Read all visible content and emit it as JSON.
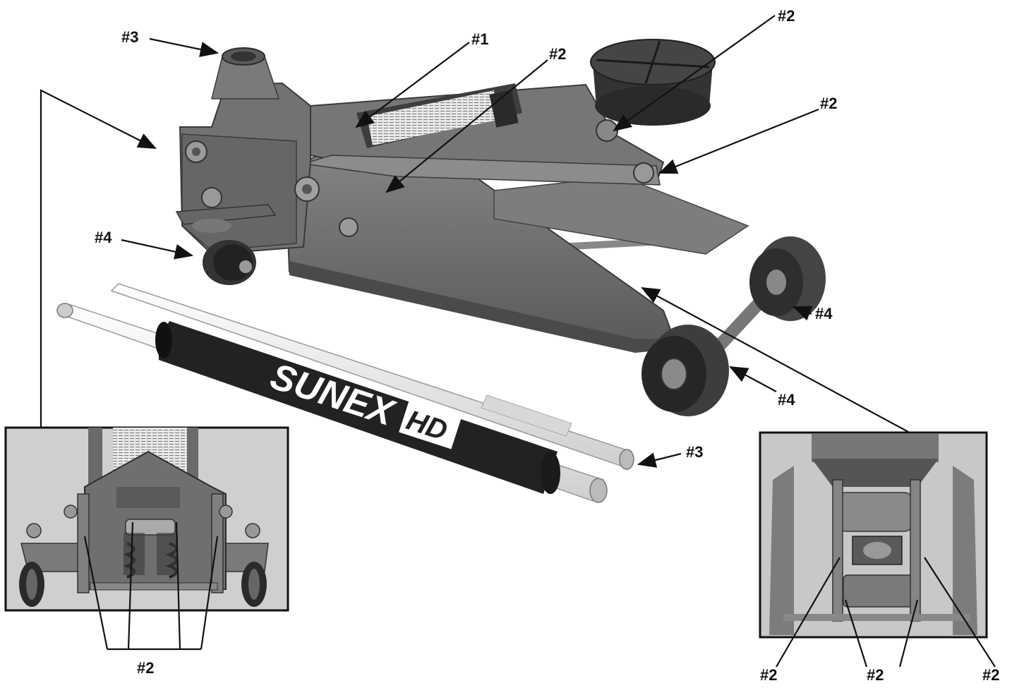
{
  "brand": {
    "logo_text": "SUNEX",
    "logo_sub": "HD"
  },
  "callouts": {
    "top_cap": "#3",
    "label_plate": "#1",
    "pin_center": "#2",
    "pin_saddle": "#2",
    "pin_arm": "#2",
    "front_caster": "#4",
    "rear_wheel_right": "#4",
    "rear_wheel_front": "#4",
    "handle": "#3",
    "inset_left_pins": "#2",
    "inset_right_a": "#2",
    "inset_right_b": "#2",
    "inset_right_c": "#2"
  },
  "colors": {
    "frame": "#6e6e6e",
    "frame_light": "#8a8a8a",
    "frame_dark": "#4c4c4c",
    "wheel": "#3a3a3a",
    "handle_white": "#ececec",
    "grip": "#222222",
    "ink": "#111111"
  }
}
